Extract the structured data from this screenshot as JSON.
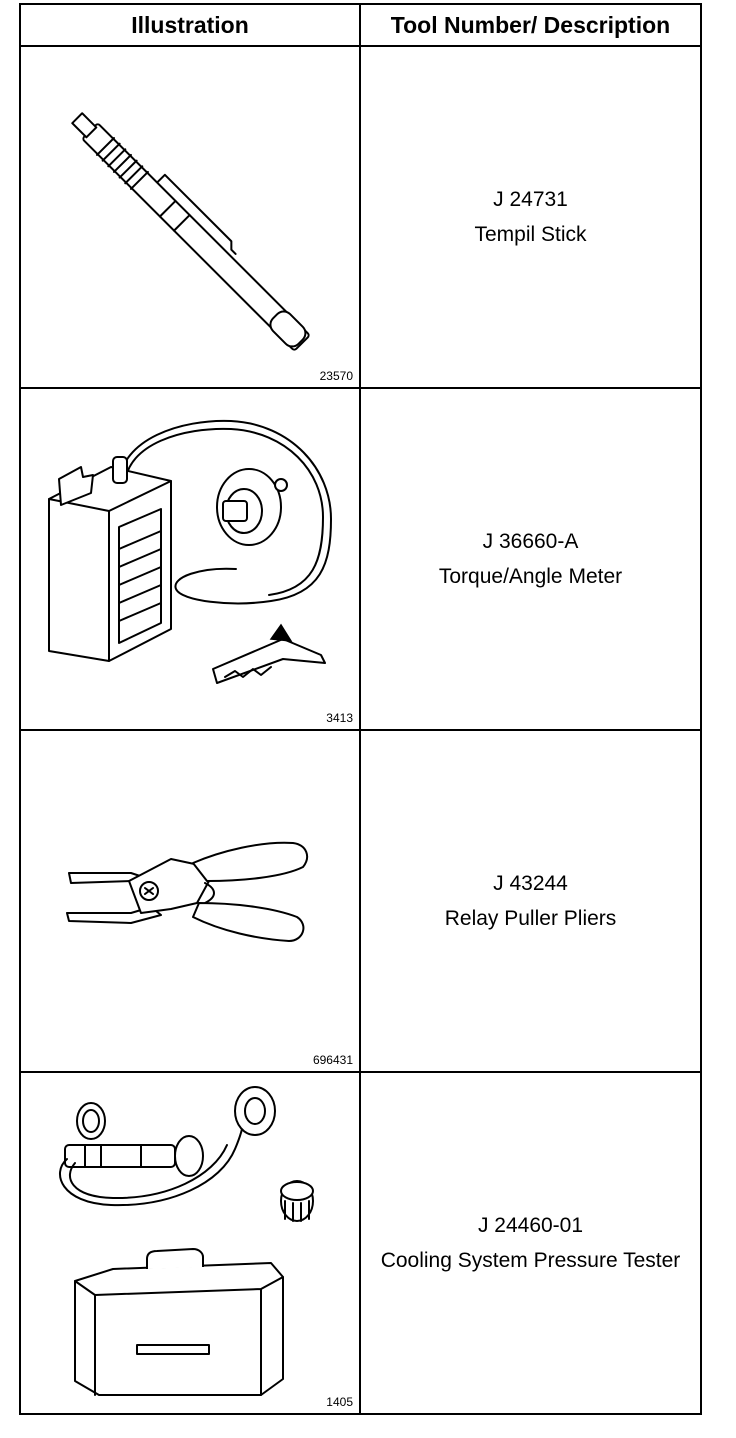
{
  "table": {
    "headers": {
      "illustration": "Illustration",
      "tool": "Tool Number/ Description"
    },
    "rows": [
      {
        "figure_id": "23570",
        "tool_number": "J 24731",
        "description": "Tempil Stick",
        "icon": "tempil-stick-illustration"
      },
      {
        "figure_id": "3413",
        "tool_number": "J 36660-A",
        "description": "Torque/Angle Meter",
        "icon": "torque-angle-meter-illustration"
      },
      {
        "figure_id": "696431",
        "tool_number": "J 43244",
        "description": "Relay Puller Pliers",
        "icon": "relay-puller-pliers-illustration"
      },
      {
        "figure_id": "1405",
        "tool_number": "J 24460-01",
        "description": "Cooling System Pressure Tester",
        "icon": "pressure-tester-illustration"
      }
    ]
  }
}
